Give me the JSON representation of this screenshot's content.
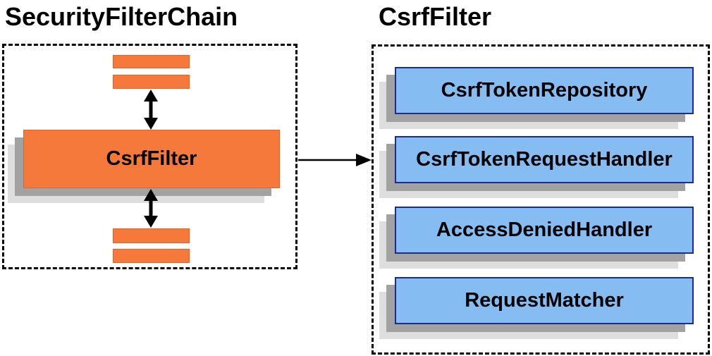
{
  "diagram": {
    "left_panel": {
      "title": "SecurityFilterChain",
      "center_box_label": "CsrfFilter"
    },
    "right_panel": {
      "title": "CsrfFilter",
      "components": [
        {
          "label": "CsrfTokenRepository"
        },
        {
          "label": "CsrfTokenRequestHandler"
        },
        {
          "label": "AccessDeniedHandler"
        },
        {
          "label": "RequestMatcher"
        }
      ]
    },
    "icons": {
      "bidirectional_arrow": "vertical double-headed arrow",
      "flow_arrow": "right-pointing arrow"
    }
  },
  "colors": {
    "orange-fill": "#f5793b",
    "orange-border": "#e4622d",
    "blue-fill": "#85bdf2",
    "blue-border": "#1b2b8f",
    "shadow-dark": "#a2a2a2",
    "shadow-light": "#dedede",
    "outline": "#000000",
    "text": "#000000",
    "background": "#ffffff"
  }
}
